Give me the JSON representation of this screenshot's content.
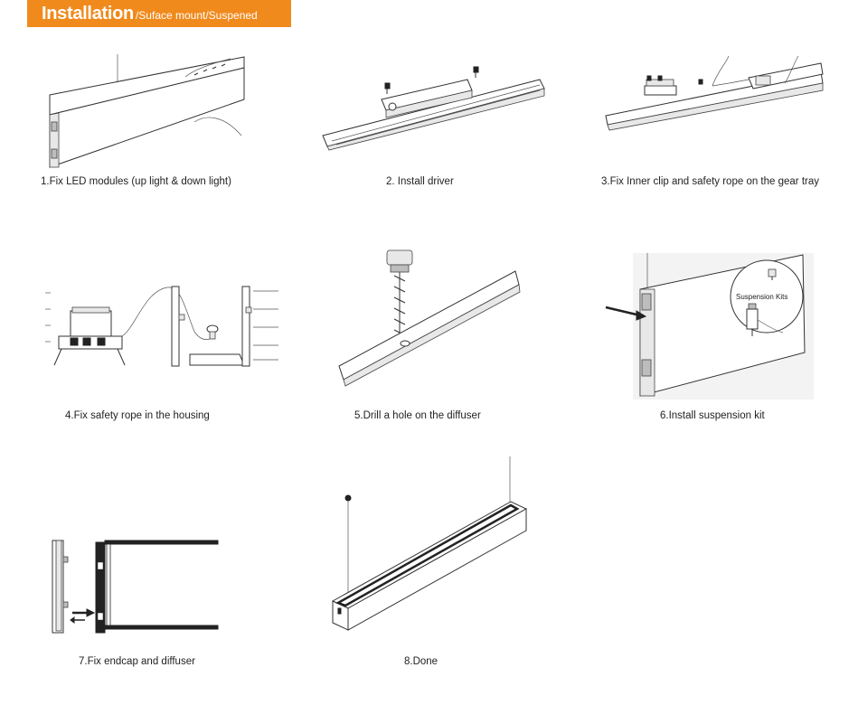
{
  "header": {
    "title": "Installation",
    "subtitle": "/Suface mount/Suspened",
    "color": "#f08a1c"
  },
  "steps": [
    {
      "caption": "1.Fix LED modules (up light & down light)"
    },
    {
      "caption": "2. Install driver"
    },
    {
      "caption": "3.Fix Inner clip and safety rope on the gear tray"
    },
    {
      "caption": "4.Fix safety rope in the housing"
    },
    {
      "caption": "5.Drill a hole on the diffuser"
    },
    {
      "caption": "6.Install suspension kit"
    },
    {
      "caption": "7.Fix endcap and diffuser"
    },
    {
      "caption": "8.Done"
    }
  ],
  "callout": {
    "label": "Suspension Kits"
  }
}
